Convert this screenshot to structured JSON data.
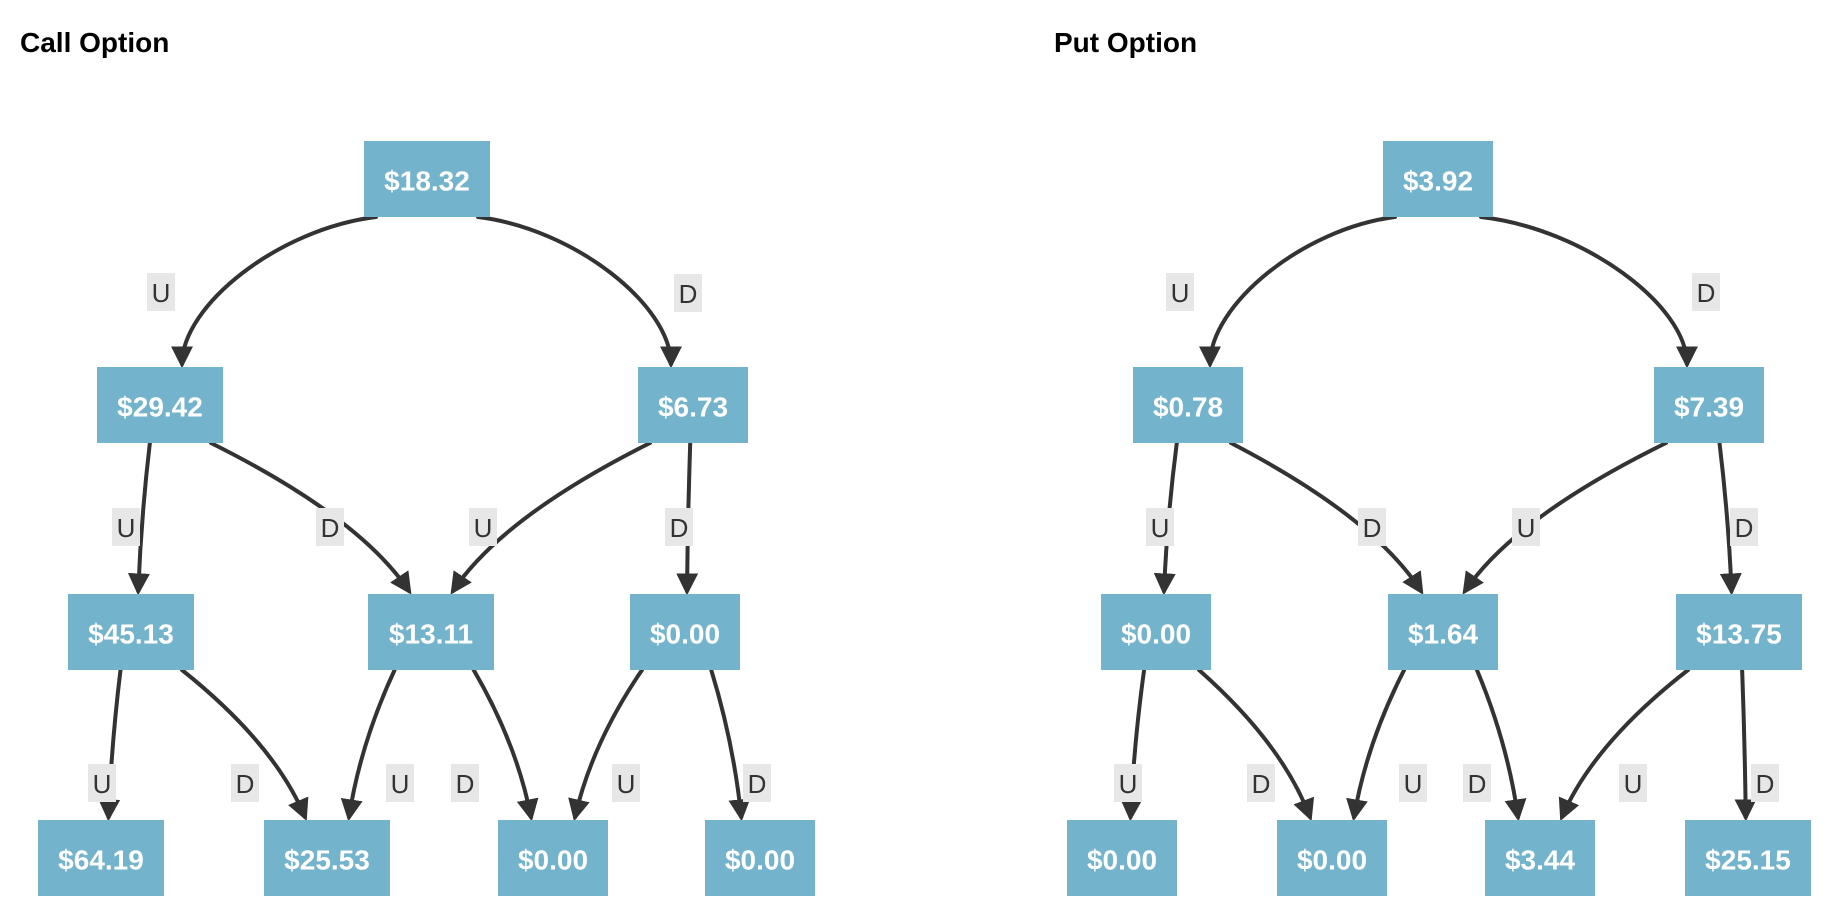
{
  "figure": {
    "background": "#ffffff",
    "description": "Two-panel binomial tree diagram of option values over three periods"
  },
  "panels": [
    {
      "id": "call",
      "title": "Call Option",
      "levels": [
        [
          "$18.32"
        ],
        [
          "$29.42",
          "$6.73"
        ],
        [
          "$45.13",
          "$13.11",
          "$0.00"
        ],
        [
          "$64.19",
          "$25.53",
          "$0.00",
          "$0.00"
        ]
      ]
    },
    {
      "id": "put",
      "title": "Put Option",
      "levels": [
        [
          "$3.92"
        ],
        [
          "$0.78",
          "$7.39"
        ],
        [
          "$0.00",
          "$1.64",
          "$13.75"
        ],
        [
          "$0.00",
          "$0.00",
          "$3.44",
          "$25.15"
        ]
      ]
    }
  ],
  "edge_labels": {
    "up": "U",
    "down": "D"
  },
  "colors": {
    "node_fill": "#73b4cc",
    "node_text": "#ffffff",
    "edge": "#333333",
    "edge_label_text": "#333333",
    "edge_label_bg": "#e7e7e7",
    "title_text": "#000000"
  }
}
